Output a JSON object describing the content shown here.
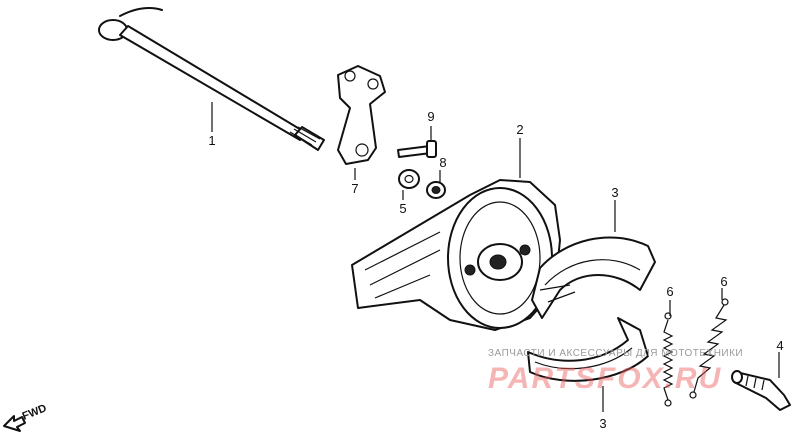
{
  "callouts": {
    "axle": "1",
    "brake_panel": "2",
    "brake_shoe_upper": "3",
    "brake_shoe_lower": "3",
    "shoe_pivot": "4",
    "washer": "5",
    "spring_left": "6",
    "spring_right": "6",
    "brake_arm": "7",
    "seal": "8",
    "bolt": "9"
  },
  "direction_label": "FWD",
  "watermark": {
    "caption": "ЗАПЧАСТИ И АКСЕССУАРЫ ДЛЯ МОТОТЕХНИКИ",
    "brand": "PARTSFOX.RU"
  },
  "colors": {
    "line": "#111111",
    "watermark": "#eb5a5a"
  }
}
